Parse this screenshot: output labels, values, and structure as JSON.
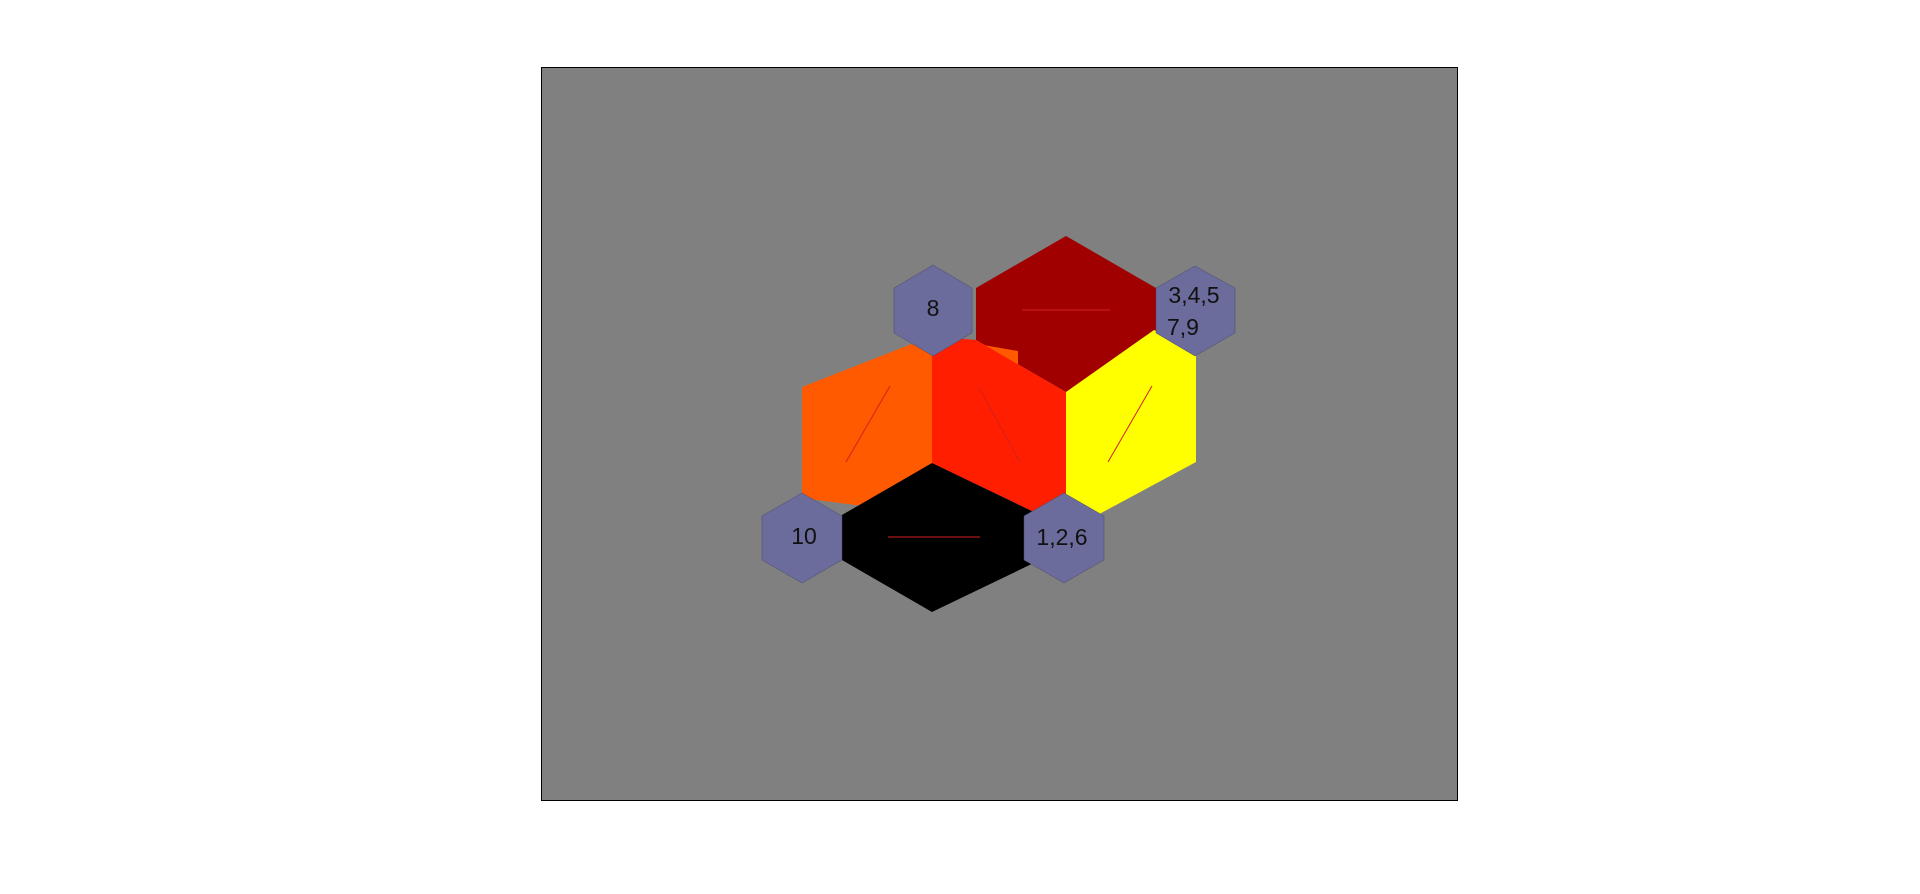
{
  "colors": {
    "page_background": "#ffffff",
    "board_background": "#808080",
    "board_border": "#000000",
    "tile_dark_red": "#a00000",
    "tile_orange": "#ff5a00",
    "tile_red": "#ff1e00",
    "tile_yellow": "#ffff00",
    "tile_black": "#000000",
    "node_fill": "#6b6b9c",
    "tile_line": "#d42020"
  },
  "tiles": [
    {
      "name": "dark-red-tile",
      "color": "#a00000",
      "mark": "horizontal"
    },
    {
      "name": "orange-tile",
      "color": "#ff5a00",
      "mark": "slash"
    },
    {
      "name": "red-tile",
      "color": "#ff1e00",
      "mark": "backslash"
    },
    {
      "name": "yellow-tile",
      "color": "#ffff00",
      "mark": "slash"
    },
    {
      "name": "black-tile",
      "color": "#000000",
      "mark": "horizontal"
    }
  ],
  "nodes": [
    {
      "name": "node-8",
      "lines": [
        "8"
      ]
    },
    {
      "name": "node-3-4-5-7-9",
      "lines": [
        "3,4,5",
        "7,9"
      ]
    },
    {
      "name": "node-10",
      "lines": [
        "10"
      ]
    },
    {
      "name": "node-1-2-6",
      "lines": [
        "1,2,6"
      ]
    }
  ]
}
